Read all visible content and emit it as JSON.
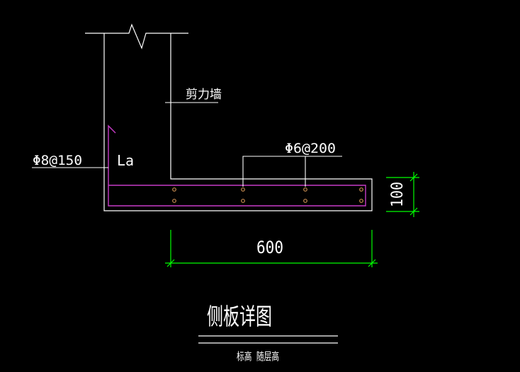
{
  "drawing": {
    "wall_label": "剪力墙",
    "rebar_vertical_label": "Φ8@150",
    "anchorage_label": "La",
    "rebar_horizontal_label": "Φ6@200",
    "dim_width": "600",
    "dim_thickness": "100",
    "title": "侧板详图",
    "subtitle": "标高 随层高"
  },
  "colors": {
    "background": "#000000",
    "outline": "#ffffff",
    "rebar": "#c83cc8",
    "dimension": "#00ff00"
  }
}
